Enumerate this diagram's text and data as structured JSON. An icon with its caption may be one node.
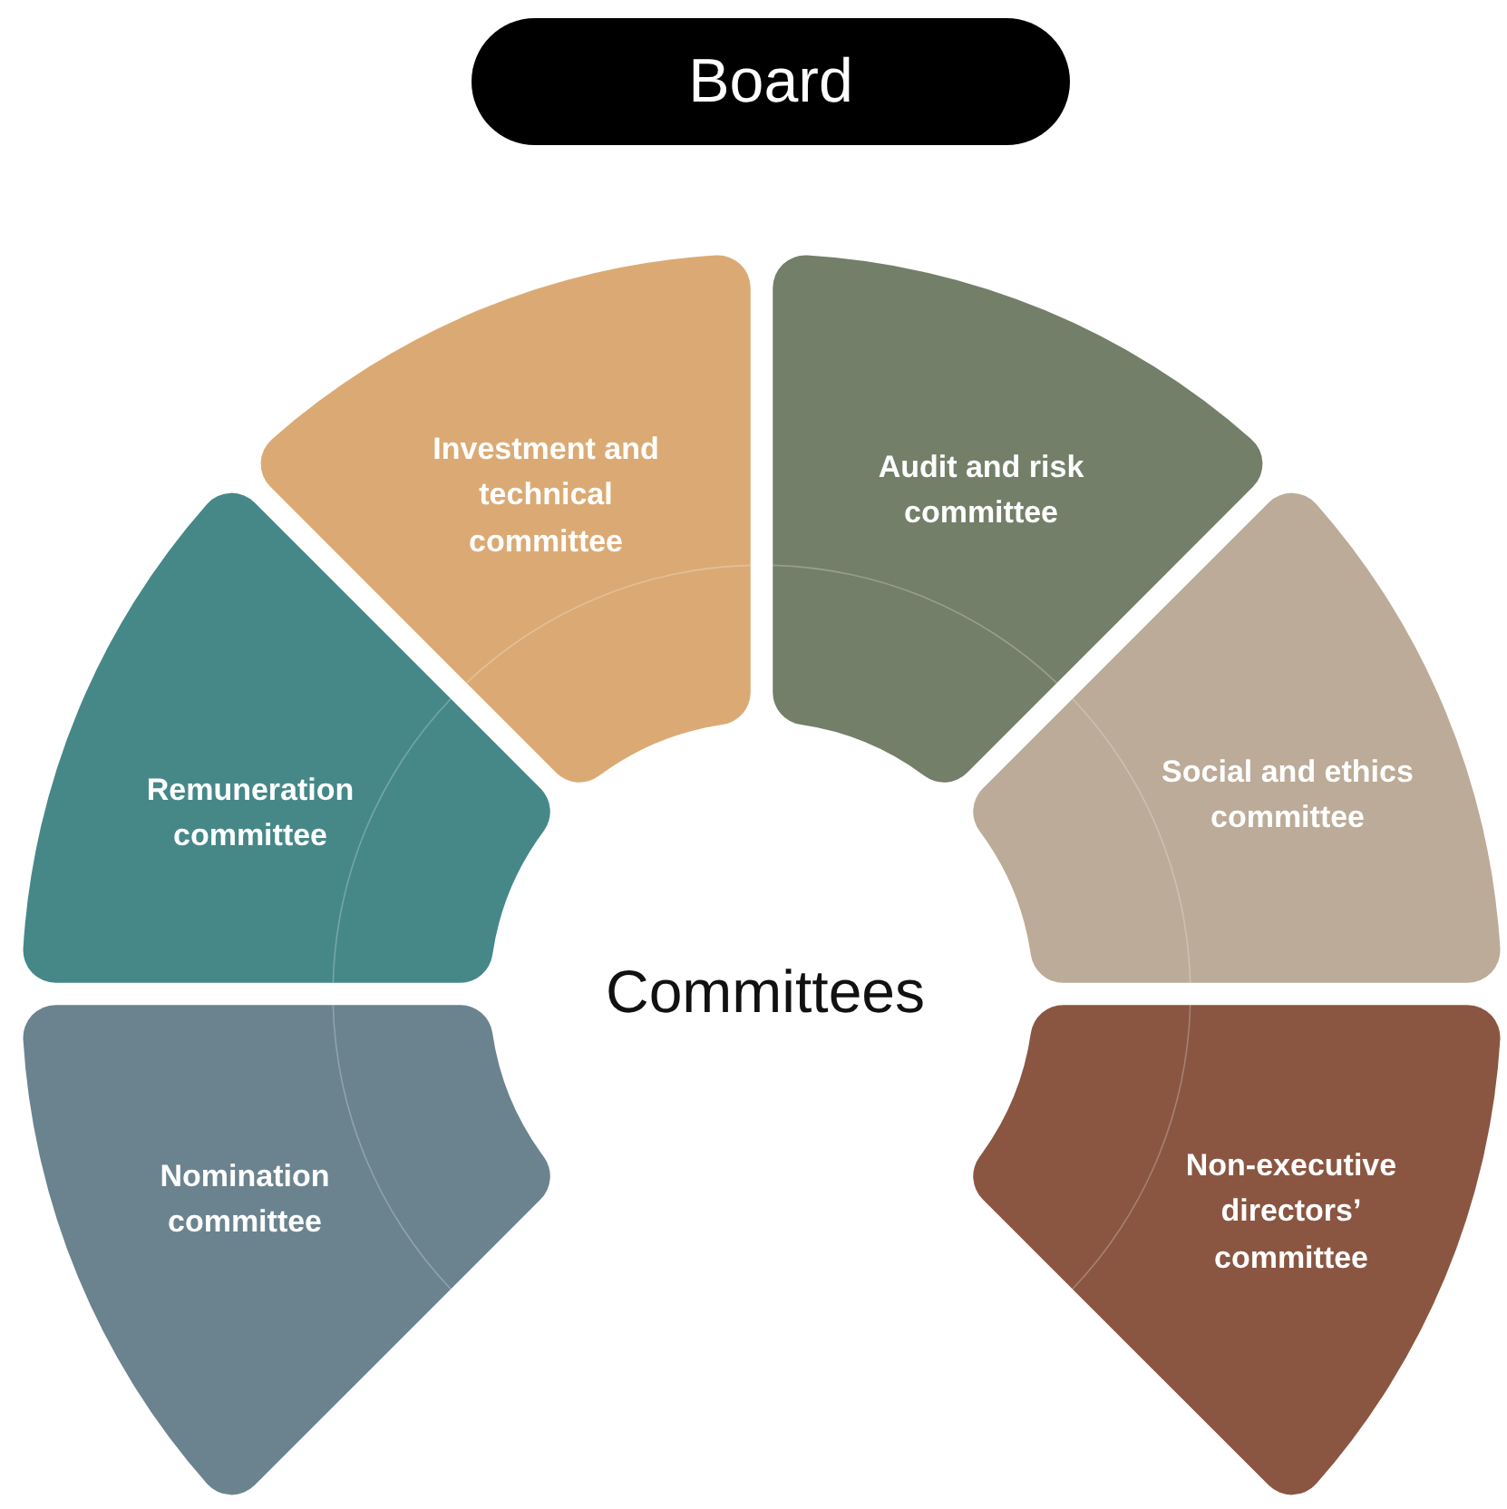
{
  "diagram": {
    "nodes": [
      {
        "text": [
          "Board"
        ]
      },
      {
        "text": [
          "Investment and technical committee"
        ]
      },
      {
        "text": [
          "Audit and risk committee"
        ]
      },
      {
        "text": [
          "Remuneration committee"
        ]
      },
      {
        "text": [
          "Social and ethics committee"
        ]
      },
      {
        "text": [
          "Nomination committee"
        ]
      },
      {
        "text": [
          "Non-executive directors’ committee"
        ]
      }
    ],
    "labels": [
      "Committees"
    ]
  }
}
